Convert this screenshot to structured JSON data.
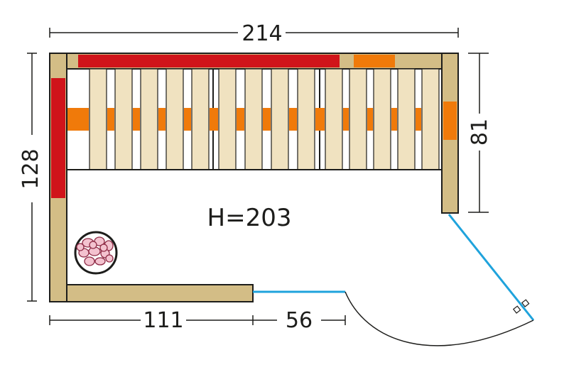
{
  "dimensions": {
    "width_top": "214",
    "height_left": "128",
    "depth_right": "81",
    "wall_bottom": "111",
    "door_bottom": "56",
    "ceiling_height": "H=203"
  },
  "colors": {
    "wall": "#d3bd86",
    "bench_slat": "#f0e2c0",
    "infrared_red": "#d0141a",
    "infrared_orange": "#f07a0a",
    "glass": "#1fa3dc",
    "stone_fill": "#f3c2cf",
    "stone_outline": "#8e2a45"
  },
  "icons": {
    "stove": "sauna-stove-icon"
  }
}
